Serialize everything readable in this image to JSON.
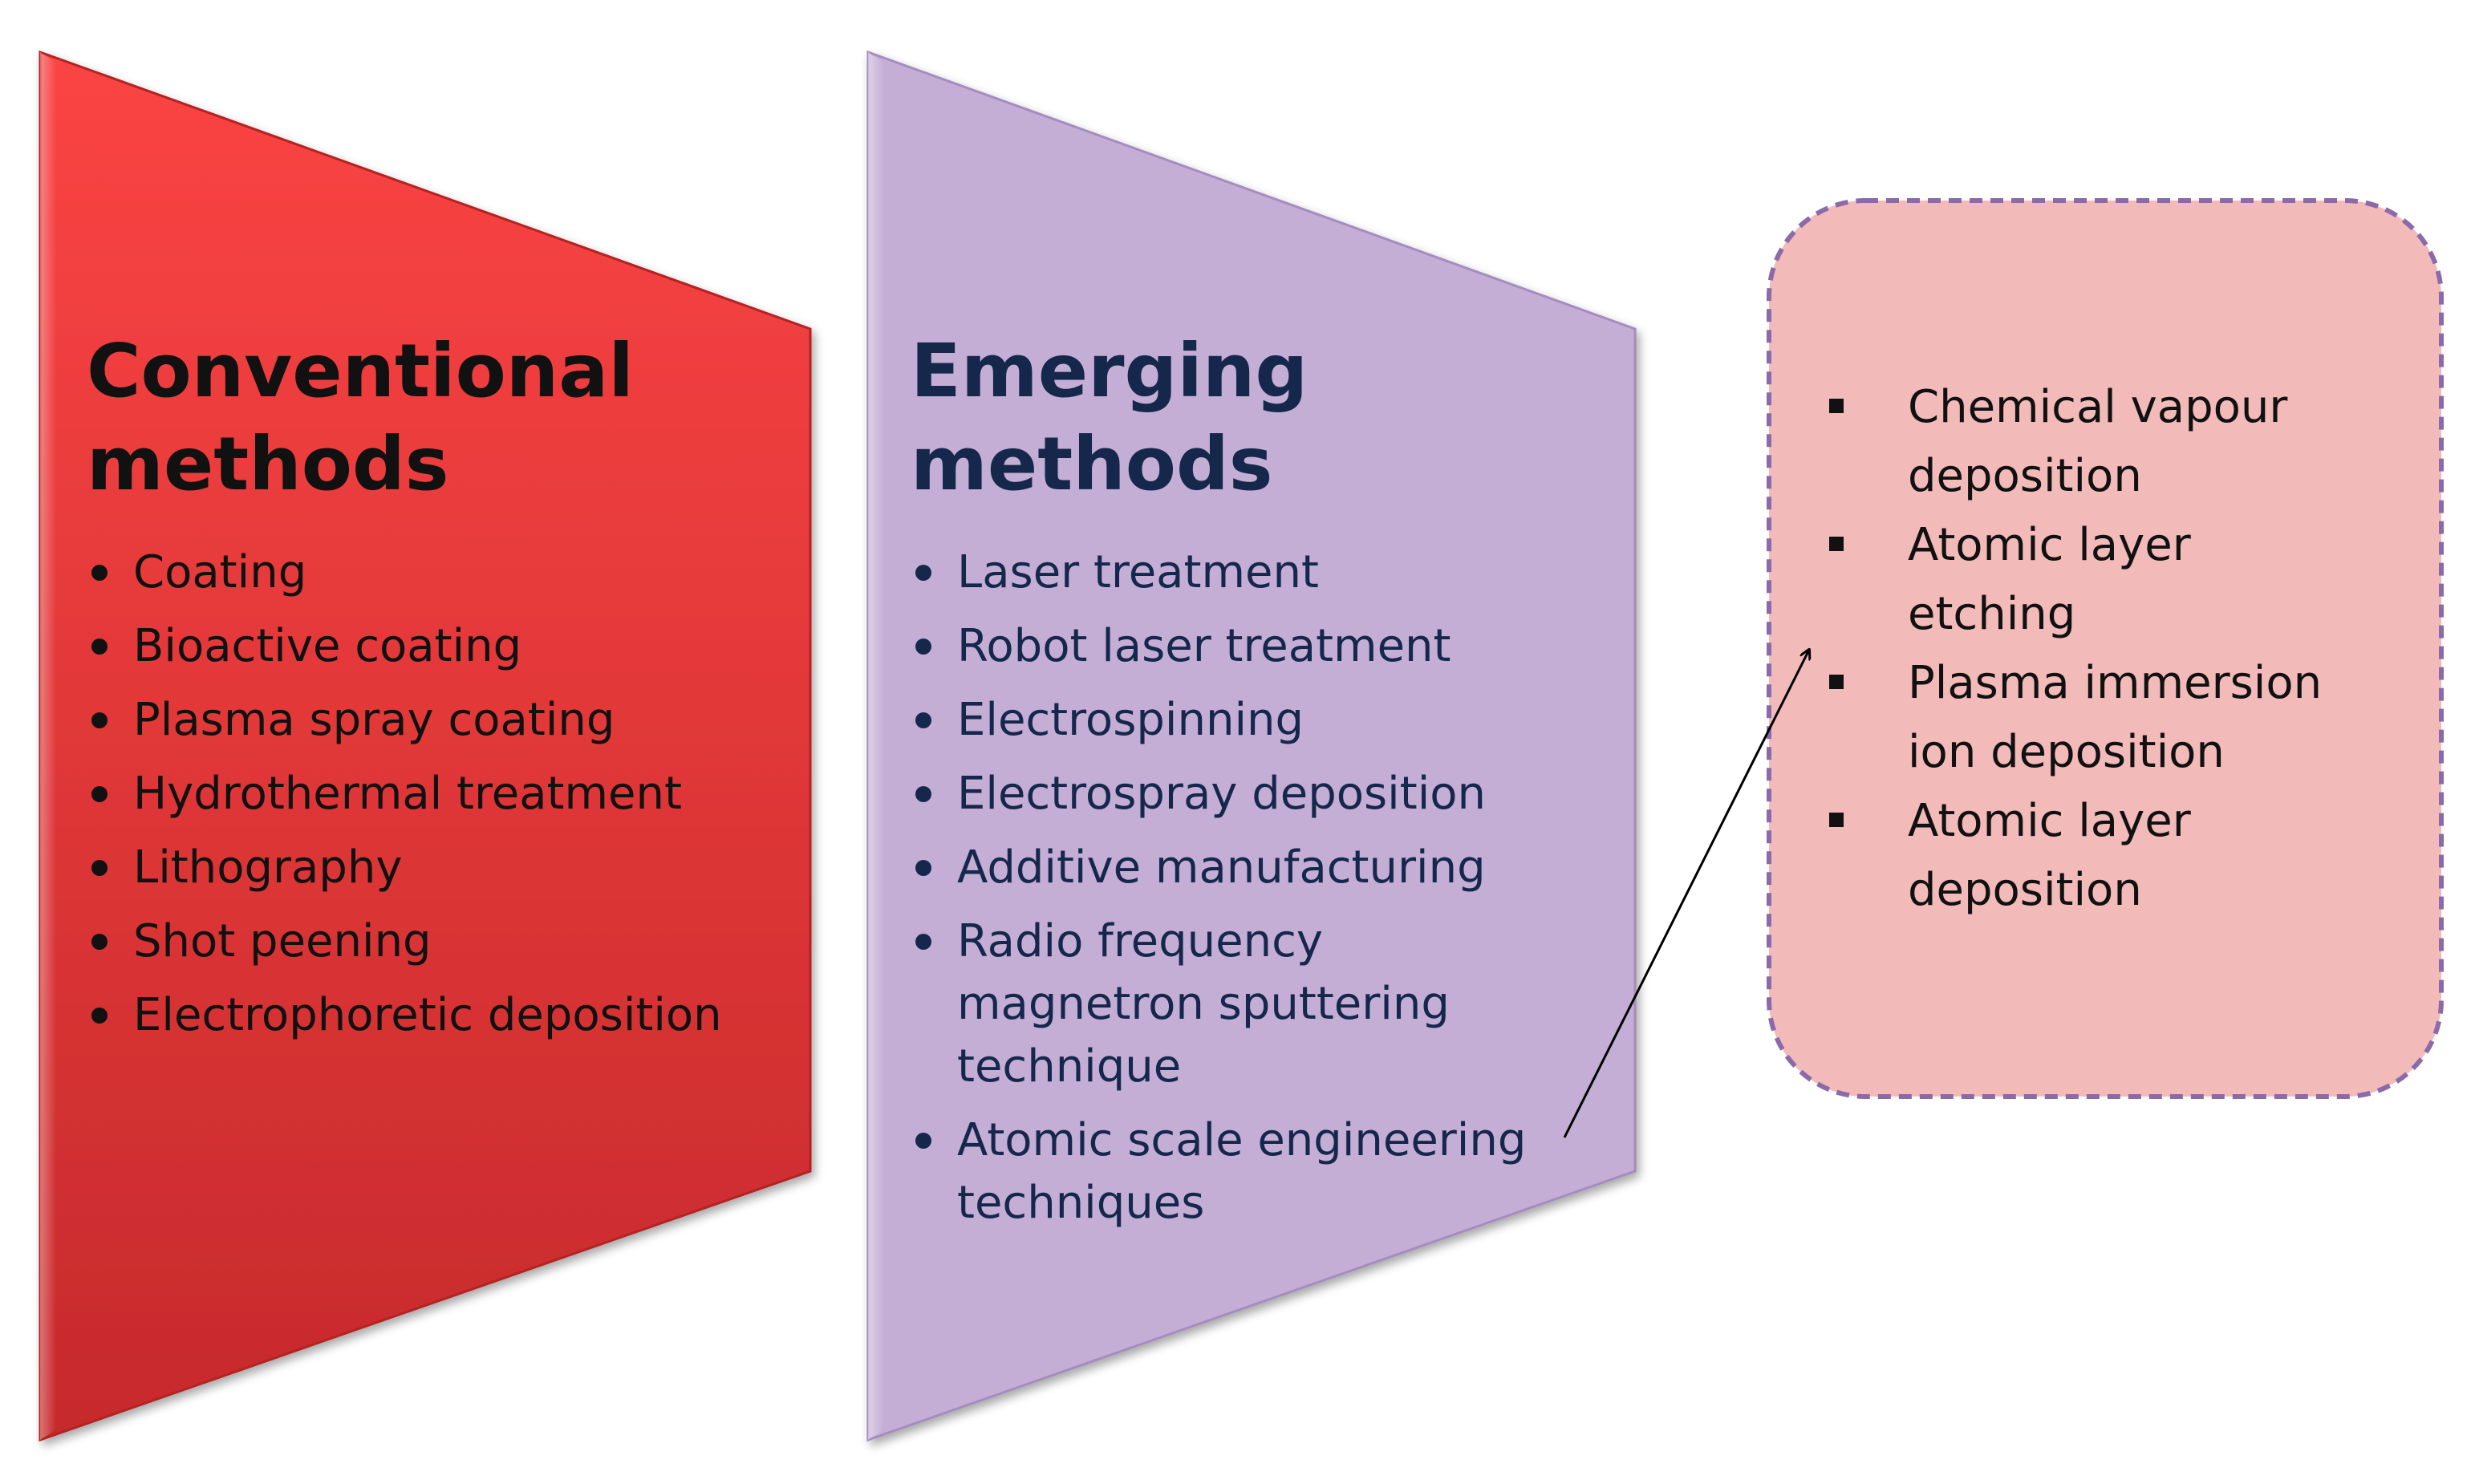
{
  "conventional": {
    "title": "Conventional\nmethods",
    "color": "#e8383a",
    "items": [
      "Coating",
      "Bioactive coating",
      "Plasma spray coating",
      "Hydrothermal treatment",
      "Lithography",
      "Shot peening",
      "Electrophoretic deposition"
    ]
  },
  "emerging": {
    "title": "Emerging\nmethods",
    "color": "#c5aed6",
    "items": [
      "Laser treatment",
      "Robot laser treatment",
      "Electrospinning",
      "Electrospray deposition",
      "Additive manufacturing",
      "Radio frequency\nmagnetron sputtering\ntechnique",
      "Atomic scale engineering\ntechniques"
    ]
  },
  "atomic_scale": {
    "color": "#f3baba",
    "border_color": "#8a6aa8",
    "items": [
      "Chemical vapour\ndeposition",
      "Atomic layer\netching",
      "Plasma immersion\nion deposition",
      "Atomic layer\ndeposition"
    ]
  }
}
